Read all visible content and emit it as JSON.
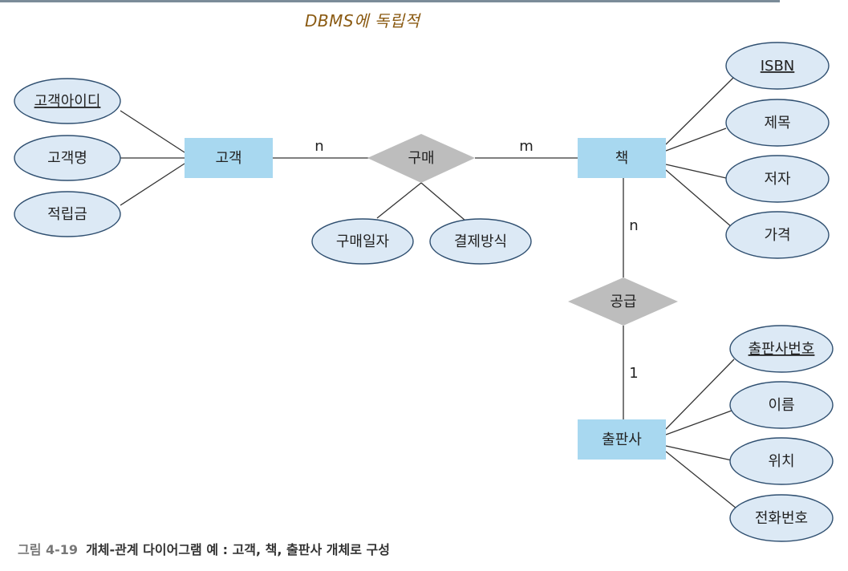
{
  "annotation": "DBMS에 독립적",
  "caption": {
    "number": "그림 4-19",
    "text": "개체-관계 다이어그램 예 : 고객, 책, 출판사 개체로 구성"
  },
  "entities": [
    {
      "id": "customer",
      "label": "고객"
    },
    {
      "id": "book",
      "label": "책"
    },
    {
      "id": "publisher",
      "label": "출판사"
    }
  ],
  "relationships": [
    {
      "id": "purchase",
      "label": "구매"
    },
    {
      "id": "supply",
      "label": "공급"
    }
  ],
  "attributes": [
    {
      "id": "customer_id",
      "label": "고객아이디",
      "key": true
    },
    {
      "id": "customer_name",
      "label": "고객명",
      "key": false
    },
    {
      "id": "points",
      "label": "적립금",
      "key": false
    },
    {
      "id": "purchase_date",
      "label": "구매일자",
      "key": false
    },
    {
      "id": "payment_method",
      "label": "결제방식",
      "key": false
    },
    {
      "id": "isbn",
      "label": "ISBN",
      "key": true
    },
    {
      "id": "title",
      "label": "제목",
      "key": false
    },
    {
      "id": "author",
      "label": "저자",
      "key": false
    },
    {
      "id": "price",
      "label": "가격",
      "key": false
    },
    {
      "id": "publisher_no",
      "label": "출판사번호",
      "key": true
    },
    {
      "id": "pub_name",
      "label": "이름",
      "key": false
    },
    {
      "id": "location",
      "label": "위치",
      "key": false
    },
    {
      "id": "phone",
      "label": "전화번호",
      "key": false
    }
  ],
  "cardinalities": [
    {
      "id": "card_customer",
      "label": "n"
    },
    {
      "id": "card_book_purchase",
      "label": "m"
    },
    {
      "id": "card_book_supply",
      "label": "n"
    },
    {
      "id": "card_publisher",
      "label": "1"
    }
  ],
  "colors": {
    "entity_fill": "#a8d8f0",
    "relationship_fill": "#bdbdbd",
    "attribute_fill": "#dce9f5",
    "attribute_stroke": "#2f4f70",
    "annotation": "#8a5a12"
  }
}
